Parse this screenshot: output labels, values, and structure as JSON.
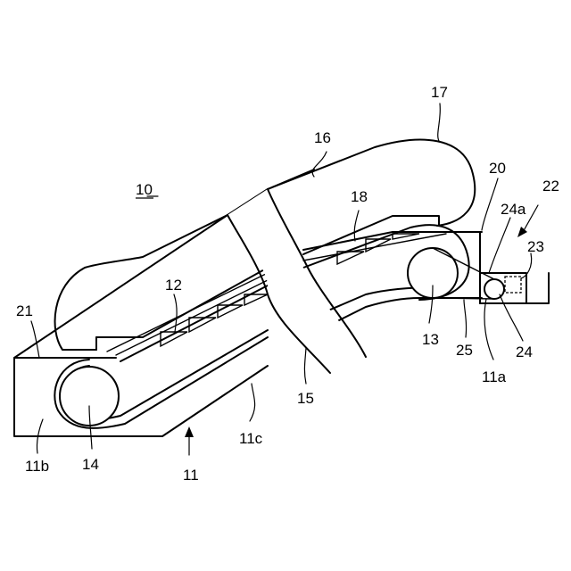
{
  "figure": {
    "title_ref": "10",
    "labels": {
      "escalator_11": "11",
      "upper_end_11a": "11a",
      "lower_end_11b": "11b",
      "incline_11c": "11c",
      "steps_12": "12",
      "upper_sprocket_13": "13",
      "lower_sprocket_14": "14",
      "step_chain_15": "15",
      "balustrade_16": "16",
      "handrail_17": "17",
      "comb_plate_18": "18",
      "upper_floor_20": "20",
      "lower_floor_21": "21",
      "drive_unit_22": "22",
      "motor_23": "23",
      "drive_sprocket_24": "24",
      "drive_shaft_24a": "24a",
      "drive_chain_25": "25"
    }
  }
}
